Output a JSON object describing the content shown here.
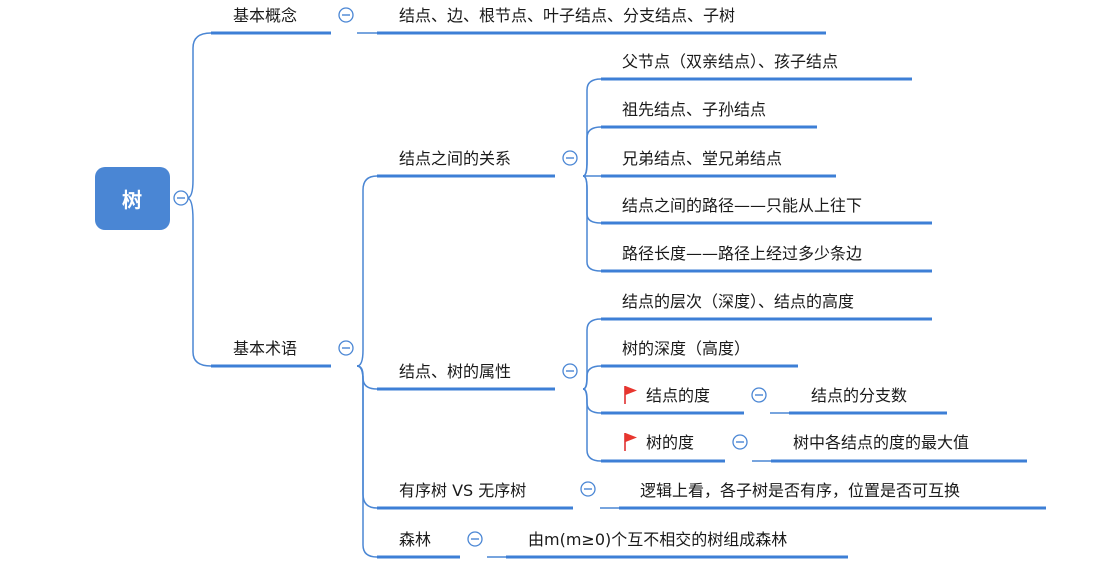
{
  "colors": {
    "accent": "#3d7fd6",
    "root_fill": "#4a86d4",
    "flag": "#e8362e",
    "text": "#1a1a1a"
  },
  "mindmap": {
    "root": {
      "label": "树"
    },
    "basic_concept": {
      "label": "基本概念",
      "child": "结点、边、根节点、叶子结点、分支结点、子树"
    },
    "basic_terms": {
      "label": "基本术语",
      "relations": {
        "label": "结点之间的关系",
        "items": [
          "父节点（双亲结点）、孩子结点",
          "祖先结点、子孙结点",
          "兄弟结点、堂兄弟结点",
          "结点之间的路径——只能从上往下",
          "路径长度——路径上经过多少条边"
        ]
      },
      "properties": {
        "label": "结点、树的属性",
        "items": [
          "结点的层次（深度）、结点的高度",
          "树的深度（高度）"
        ],
        "node_degree": {
          "label": "结点的度",
          "icon": "flag-icon",
          "child": "结点的分支数"
        },
        "tree_degree": {
          "label": "树的度",
          "icon": "flag-icon",
          "child": "树中各结点的度的最大值"
        }
      },
      "ordered": {
        "label": "有序树 VS 无序树",
        "child": "逻辑上看，各子树是否有序，位置是否可互换"
      },
      "forest": {
        "label": "森林",
        "child": "由m(m≥0)个互不相交的树组成森林"
      }
    }
  }
}
